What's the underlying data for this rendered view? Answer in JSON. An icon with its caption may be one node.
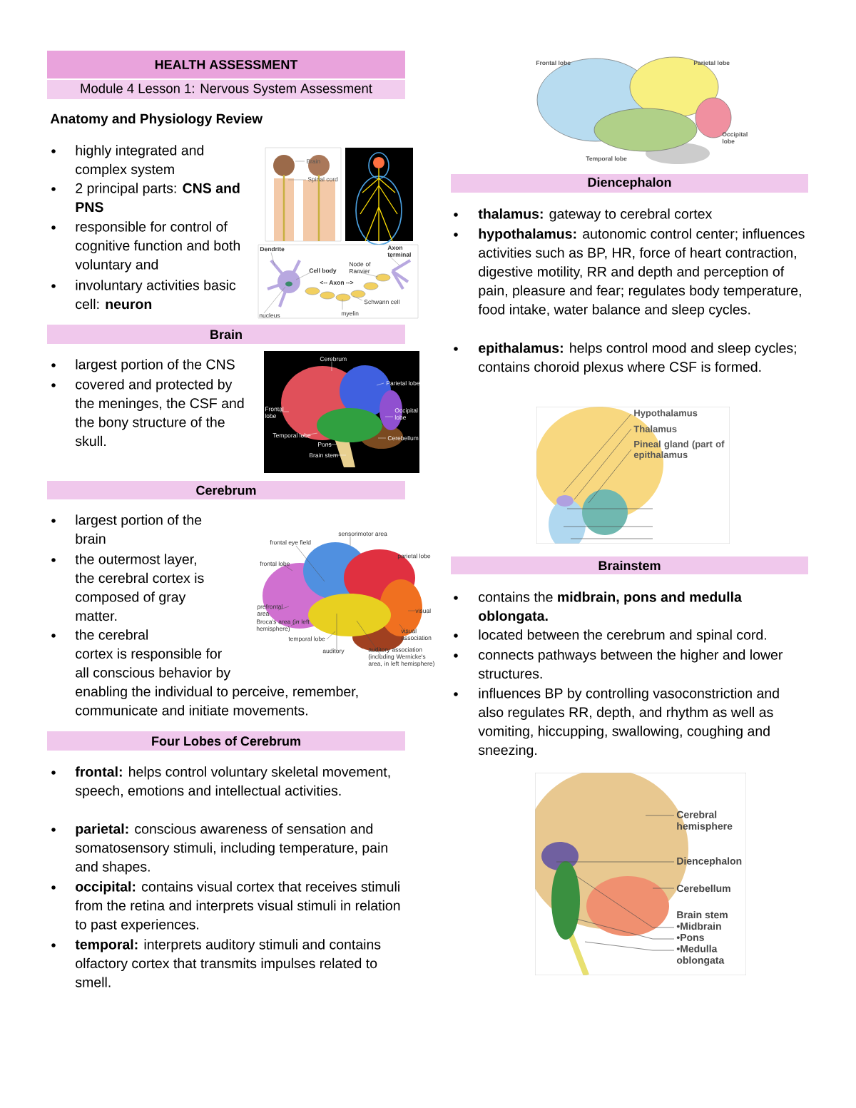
{
  "diagram": {
    "nodes": [
      {
        "text": [
          "HEALTH ASSESSMENT"
        ]
      },
      {
        "text": [
          "Module 4 Lesson 1: Nervous System Assessment"
        ]
      },
      {
        "text": [
          "Brain"
        ]
      },
      {
        "text": [
          "Cerebrum"
        ]
      },
      {
        "text": [
          "Four Lobes of Cerebrum"
        ]
      },
      {
        "text": [
          "Diencephalon"
        ]
      },
      {
        "text": [
          "Brainstem"
        ]
      }
    ],
    "labels": [
      "Anatomy and Physiology Review",
      "highly integrated and complex system",
      "2 principal parts: **CNS and PNS**",
      "responsible for control of cognitive function and both voluntary and",
      "involuntary activities basic cell: **neuron**",
      "Brain",
      "Spinal cord",
      "Dendrite",
      "Axon terminal",
      "Cell body",
      "Node of Ranvier",
      "<-- Axon -->",
      "Schwann cell",
      "myelin",
      "nucleus",
      "largest portion of the CNS",
      "covered and protected by the meninges, the CSF and the bony structure of the skull.",
      "Cerebrum",
      "Parietal lobe",
      "Frontal lobe",
      "Occipital lobe",
      "Temporal lobe",
      "Cerebellum",
      "Pons",
      "Brain stem",
      "largest portion of the brain",
      "the outermost layer, the cerebral cortex is composed of gray matter.",
      "the cerebral cortex is responsible for all conscious behavior by enabling the individual to perceive, remember, communicate and initiate movements.",
      "sensorimotor area",
      "frontal eye field",
      "frontal lobe",
      "parietal lobe",
      "prefrontal area",
      "visual",
      "Broca's area (in left hemisphere)",
      "temporal lobe",
      "visual association",
      "auditory",
      "auditory association (including Wernicke's area, in left hemisphere)",
      "**frontal:** helps control voluntary skeletal movement, speech, emotions and intellectual activities.",
      "**parietal:** conscious awareness of sensation and somatosensory stimuli, including temperature, pain and shapes.",
      "**occipital:** contains visual cortex that receives stimuli from the retina and interprets visual stimuli in relation to past experiences.",
      "**temporal:** interprets auditory stimuli and contains olfactory cortex that transmits impulses related to smell.",
      "Frontal lobe",
      "Parietal lobe",
      "Occipital lobe",
      "Temporal lobe",
      "**thalamus:** gateway to cerebral cortex",
      "**hypothalamus:** autonomic control center; influences activities such as BP, HR, force of heart contraction, digestive motility, RR and depth and perception of pain, pleasure and fear; regulates body temperature, food intake, water balance and sleep cycles.",
      "**epithalamus:** helps control mood and sleep cycles; contains choroid plexus where CSF is formed.",
      "Hypothalamus",
      "Thalamus",
      "Pineal gland (part of epithalamus",
      "contains the **midbrain, pons and medulla oblongata.**",
      "located between the cerebrum and spinal cord.",
      "connects pathways between the higher and lower structures.",
      "influences BP by controlling vasoconstriction and also regulates RR, depth, and rhythm as well as vomiting, hiccupping, swallowing, coughing and sneezing.",
      "Cerebral hemisphere",
      "Diencephalon",
      "Cerebellum",
      "Brain stem",
      "•Midbrain",
      "•Pons",
      "•Medulla oblongata"
    ]
  }
}
